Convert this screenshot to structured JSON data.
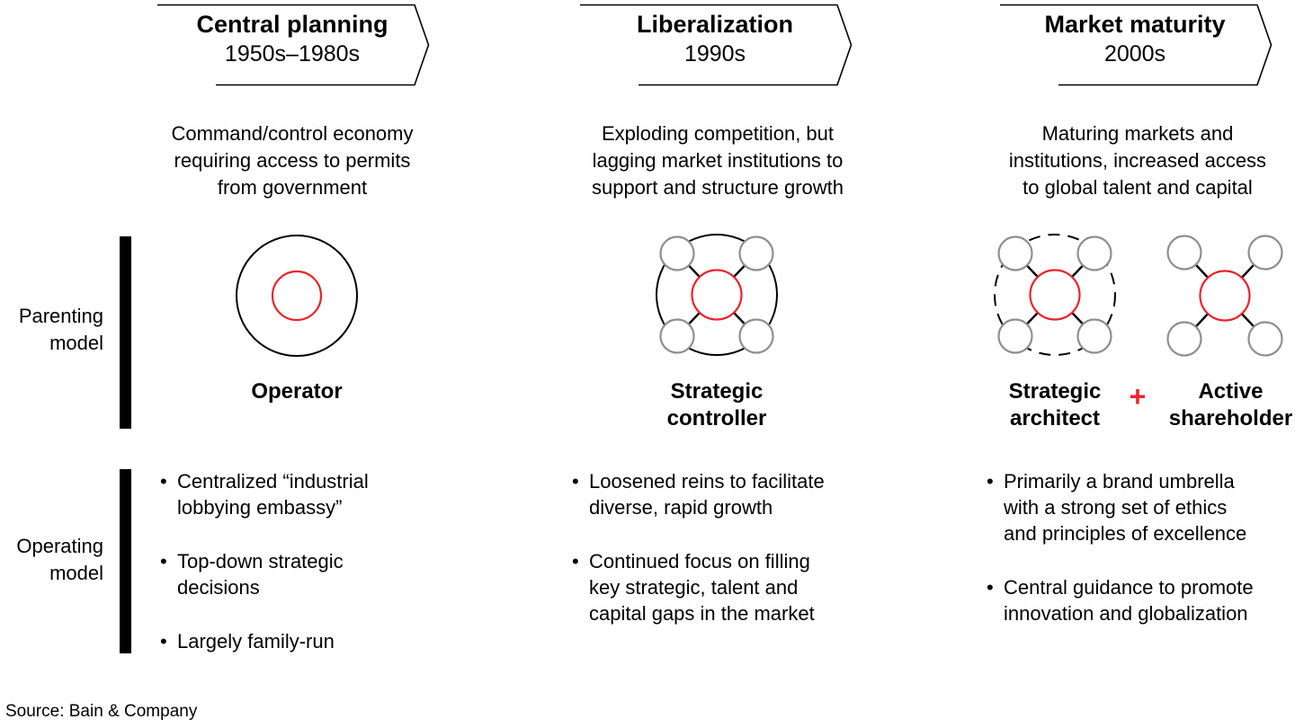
{
  "ui": {
    "bullet": "•"
  },
  "source_line": "Source: Bain & Company",
  "row_labels": {
    "parenting": "Parenting\nmodel",
    "operating": "Operating\nmodel"
  },
  "columns": [
    {
      "era_title": "Central planning",
      "era_years": "1950s–1980s",
      "description": "Command/control economy\nrequiring access to permits\nfrom government",
      "model_label": "Operator",
      "operating_points": [
        "Centralized “industrial\nlobbying embassy”",
        "Top-down strategic\ndecisions",
        "Largely family-run"
      ]
    },
    {
      "era_title": "Liberalization",
      "era_years": "1990s",
      "description": "Exploding competition, but\nlagging market institutions to\nsupport and structure growth",
      "model_label": "Strategic\ncontroller",
      "operating_points": [
        "Loosened reins to facilitate\ndiverse, rapid growth",
        "Continued focus on filling\nkey strategic, talent and\ncapital gaps in the market"
      ]
    },
    {
      "era_title": "Market maturity",
      "era_years": "2000s",
      "description": "Maturing markets and\ninstitutions, increased access\nto global talent and capital",
      "model_label_a": "Strategic\narchitect",
      "plus": "+",
      "model_label_b": "Active\nshareholder",
      "operating_points": [
        "Primarily a brand umbrella\nwith a strong set of ethics\nand principles of excellence",
        "Central guidance to promote\ninnovation and globalization"
      ]
    }
  ],
  "colors": {
    "accent_red": "#e8242b",
    "satellite_gray": "#8f8f8f",
    "line_black": "#000000"
  }
}
